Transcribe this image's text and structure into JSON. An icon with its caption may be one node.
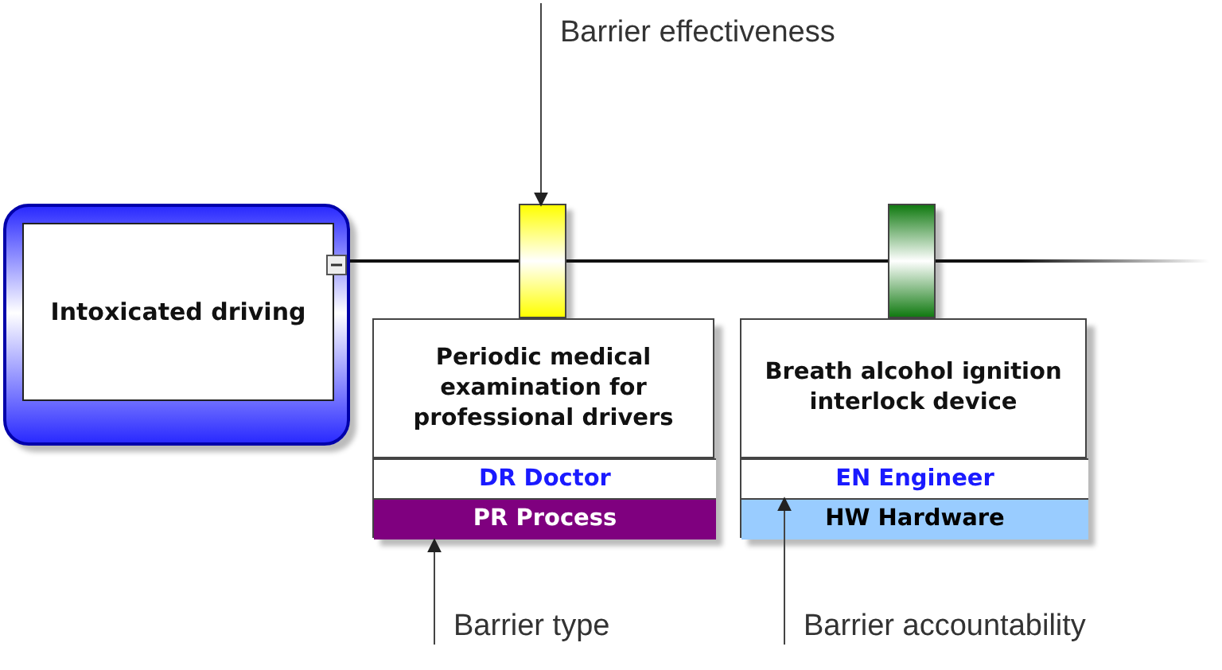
{
  "diagram": {
    "nodes": [
      {
        "text": [
          "Intoxicated driving"
        ]
      },
      {
        "text": [],
        "shape": "bar"
      },
      {
        "text": [],
        "shape": "bar"
      },
      {
        "text": [
          "Periodic medical examination for professional drivers"
        ]
      },
      {
        "text": [
          "DR Doctor"
        ],
        "in": 3
      },
      {
        "text": [
          "PR Process"
        ],
        "in": 3
      },
      {
        "text": [
          "Breath alcohol ignition interlock device"
        ]
      },
      {
        "text": [
          "EN Engineer"
        ],
        "in": 6
      },
      {
        "text": [
          "HW Hardware"
        ],
        "in": 6
      },
      {
        "text": [
          "Barrier effectiveness"
        ]
      },
      {
        "text": [
          "Barrier type"
        ]
      },
      {
        "text": [
          "Barrier accountability"
        ]
      }
    ],
    "edges": [
      {
        "from": 0,
        "to": 1,
        "arrow": "none"
      },
      {
        "from": 1,
        "to": 2,
        "arrow": "none"
      },
      {
        "from": 2,
        "to": null,
        "arrow": "none"
      },
      {
        "from": 9,
        "to": 1,
        "arrow": "to"
      },
      {
        "from": 10,
        "to": 5,
        "arrow": "to"
      },
      {
        "from": 11,
        "to": 7,
        "arrow": "to"
      }
    ]
  }
}
